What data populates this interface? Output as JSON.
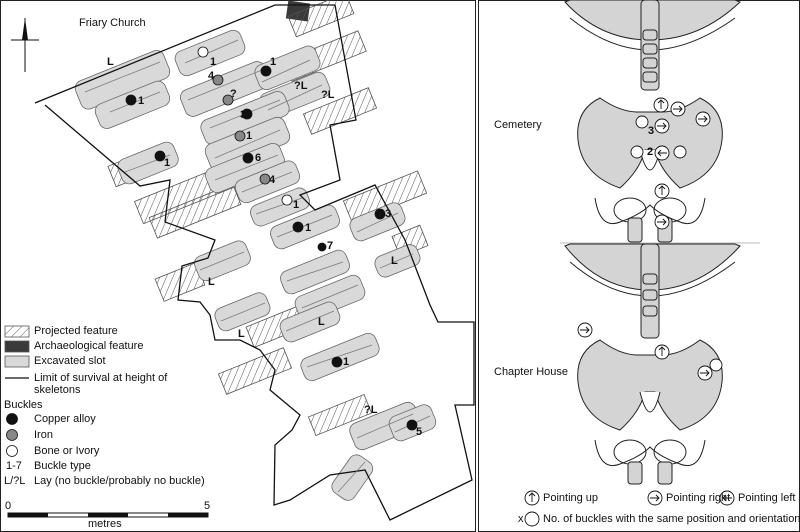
{
  "plan": {
    "title": "Friary Church",
    "lay_markers": [
      "L",
      "?L",
      "?L",
      "L",
      "L",
      "L",
      "L",
      "?L"
    ],
    "buckle_numbers": [
      "1",
      "1",
      "4",
      "?",
      "1",
      "3",
      "1",
      "6",
      "1",
      "4",
      "1",
      "1",
      "7",
      "3",
      "1",
      "5",
      "1"
    ]
  },
  "legend": {
    "features": [
      {
        "label": "Projected feature",
        "swatch": "hatched"
      },
      {
        "label": "Archaeological feature",
        "swatch": "dark"
      },
      {
        "label": "Excavated slot",
        "swatch": "light"
      },
      {
        "label": "Limit of survival at height of skeletons",
        "swatch": "line"
      }
    ],
    "buckles_heading": "Buckles",
    "buckles": [
      {
        "label": "Copper alloy",
        "color": "#111111"
      },
      {
        "label": "Iron",
        "color": "#888888"
      },
      {
        "label": "Bone or Ivory",
        "color": "#ffffff"
      }
    ],
    "type_key": "1-7",
    "type_label": "Buckle type",
    "lay_key": "L/?L",
    "lay_label": "Lay (no buckle/probably no buckle)"
  },
  "scale": {
    "zero": "0",
    "max": "5",
    "unit": "metres"
  },
  "skeleton_panels": {
    "cemetery_label": "Cemetery",
    "chapter_label": "Chapter House",
    "cemetery_numbers": [
      "3",
      "2"
    ]
  },
  "orientation_legend": {
    "up": "Pointing up",
    "right": "Pointing right",
    "left": "Pointing left",
    "multi_prefix": "x",
    "multi_label": "No. of buckles with the same position and orientation"
  },
  "colors": {
    "slot": "#d9d9d9",
    "bone": "#d4d4d4",
    "dark_feature": "#3a3a3a",
    "iron": "#888888"
  }
}
